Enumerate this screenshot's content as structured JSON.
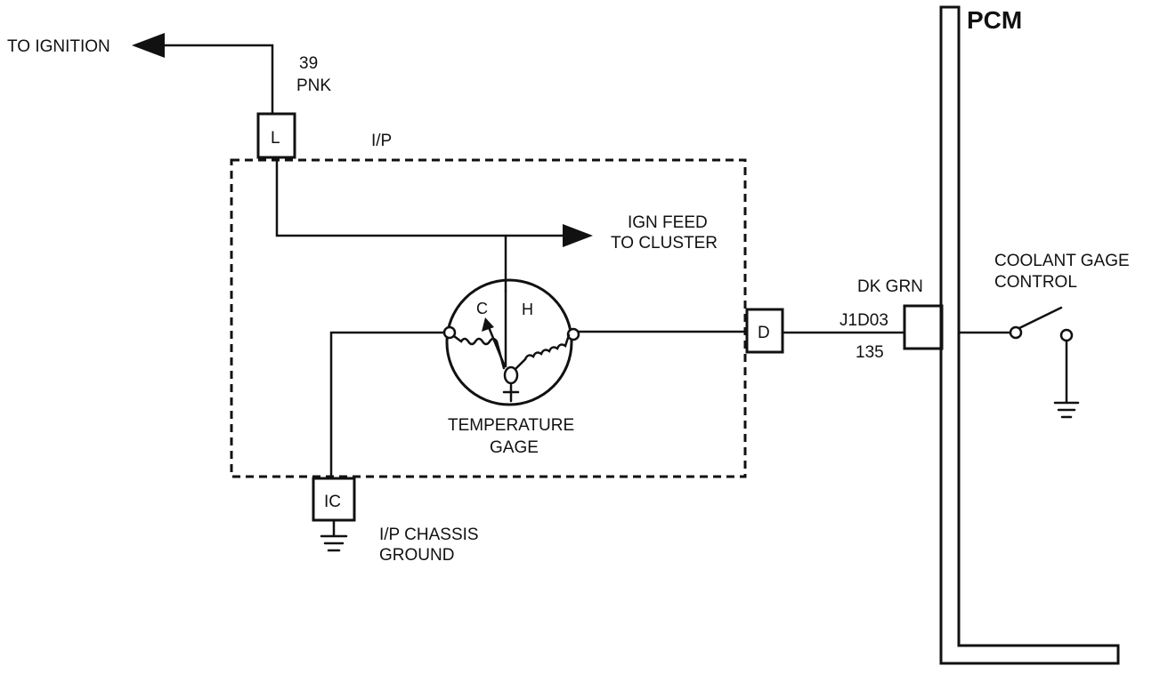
{
  "labels": {
    "to_ignition": "TO IGNITION",
    "circuit_39": "39",
    "pnk": "PNK",
    "ip": "I/P",
    "ign_feed_line1": "IGN FEED",
    "ign_feed_line2": "TO  CLUSTER",
    "gauge_c": "C",
    "gauge_h": "H",
    "gauge_line1": "TEMPERATURE",
    "gauge_line2": "GAGE",
    "ground_line1": "I/P CHASSIS",
    "ground_line2": "GROUND",
    "dk_grn": "DK GRN",
    "j1d03": "J1D03",
    "circuit_135": "135",
    "pcm": "PCM",
    "coolant_line1": "COOLANT GAGE",
    "coolant_line2": "CONTROL"
  },
  "connectors": {
    "l": "L",
    "d": "D",
    "ic": "IC"
  }
}
